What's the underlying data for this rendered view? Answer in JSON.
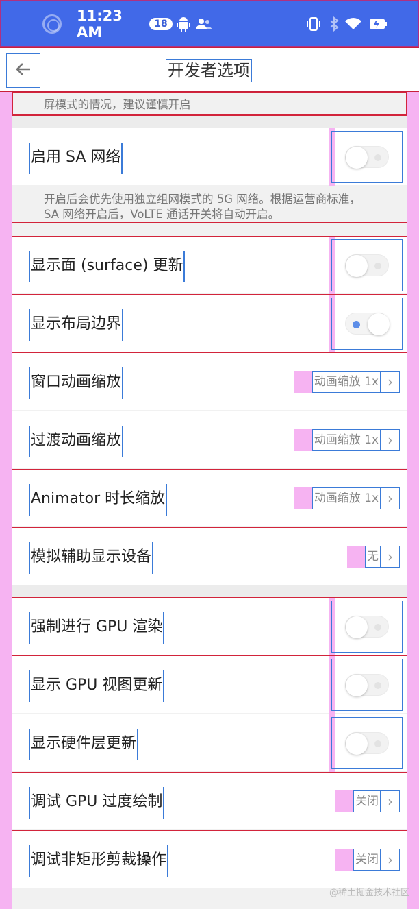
{
  "status_bar": {
    "time": "11:23 AM",
    "notification_count": "18",
    "icons": [
      "target-icon",
      "android-icon",
      "people-icon",
      "vibrate-icon",
      "bluetooth-icon",
      "wifi-icon",
      "battery-icon"
    ]
  },
  "header": {
    "title": "开发者选项",
    "back_icon": "arrow-left-icon"
  },
  "sections": {
    "top_desc": "屏模式的情况，建议谨慎开启",
    "sa_desc": "开启后会优先使用独立组网模式的 5G 网络。根据运营商标准，SA 网络开启后，VoLTE 通话开关将自动开启。"
  },
  "rows": [
    {
      "label": "启用 SA 网络",
      "type": "toggle",
      "state": "off"
    },
    {
      "label": "显示面 (surface) 更新",
      "type": "toggle",
      "state": "off"
    },
    {
      "label": "显示布局边界",
      "type": "toggle",
      "state": "on"
    },
    {
      "label": "窗口动画缩放",
      "type": "value",
      "value": "动画缩放 1x"
    },
    {
      "label": "过渡动画缩放",
      "type": "value",
      "value": "动画缩放 1x"
    },
    {
      "label": "Animator 时长缩放",
      "type": "value",
      "value": "动画缩放 1x"
    },
    {
      "label": "模拟辅助显示设备",
      "type": "value",
      "value": "无"
    },
    {
      "label": "强制进行 GPU 渲染",
      "type": "toggle",
      "state": "off"
    },
    {
      "label": "显示 GPU 视图更新",
      "type": "toggle",
      "state": "off"
    },
    {
      "label": "显示硬件层更新",
      "type": "toggle",
      "state": "off"
    },
    {
      "label": "调试 GPU 过度绘制",
      "type": "value",
      "value": "关闭"
    },
    {
      "label": "调试非矩形剪裁操作",
      "type": "value",
      "value": "关闭"
    }
  ],
  "watermark": "@稀土掘金技术社区",
  "colors": {
    "status_bar": "#4169e8",
    "debug_pink": "#f6b3f2",
    "debug_red": "#d2243b",
    "debug_blue": "#3b7bd8",
    "toggle_on_dot": "#5d8ee8"
  }
}
